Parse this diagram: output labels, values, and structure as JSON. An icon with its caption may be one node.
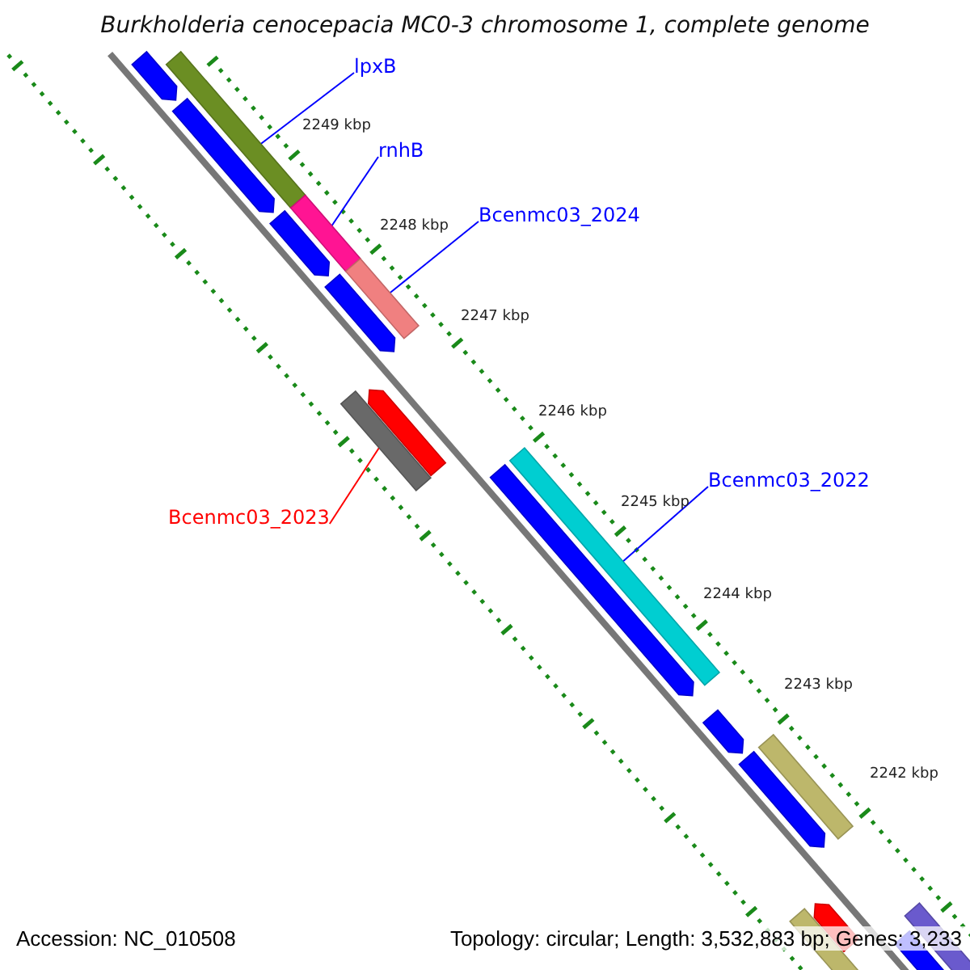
{
  "diagram": {
    "title": "Burkholderia cenocepacia MC0-3 chromosome 1, complete genome",
    "nodes": [
      {
        "text": [
          "lpxB"
        ]
      },
      {
        "text": [],
        "shape": "bar"
      },
      {
        "text": [
          "rnhB"
        ]
      },
      {
        "text": [],
        "shape": "bar"
      },
      {
        "text": [
          "Bcenmc03_2024"
        ]
      },
      {
        "text": [],
        "shape": "bar"
      },
      {
        "text": [
          "Bcenmc03_2023"
        ]
      },
      {
        "text": [],
        "shape": "bar"
      },
      {
        "text": [
          "Bcenmc03_2022"
        ]
      },
      {
        "text": [],
        "shape": "bar"
      }
    ],
    "edges": [
      {
        "from": 0,
        "to": 1,
        "arrow": "none"
      },
      {
        "from": 2,
        "to": 3,
        "arrow": "none"
      },
      {
        "from": 4,
        "to": 5,
        "arrow": "none"
      },
      {
        "from": 6,
        "to": 7,
        "arrow": "none",
        "color": "#ff0000"
      },
      {
        "from": 8,
        "to": 9,
        "arrow": "none"
      }
    ],
    "labels": [
      "2249 kbp",
      "2248 kbp",
      "2247 kbp",
      "2246 kbp",
      "2245 kbp",
      "2244 kbp",
      "2243 kbp",
      "2242 kbp",
      "Accession: NC_010508",
      "Topology: circular; Length: 3,532,883 bp; Genes: 3,233"
    ]
  }
}
